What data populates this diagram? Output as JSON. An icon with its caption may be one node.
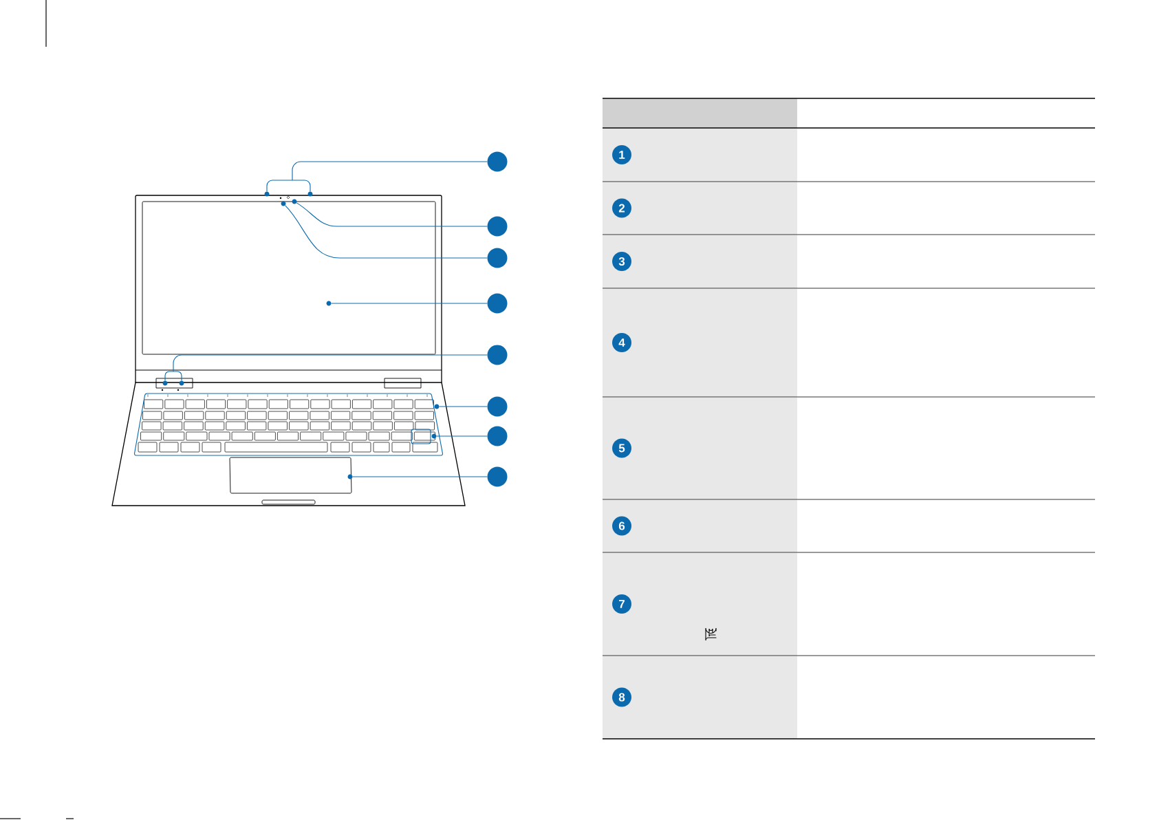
{
  "diagram": {
    "nodes": [
      {
        "text": [],
        "shape": "circle"
      },
      {
        "text": [],
        "shape": "circle"
      },
      {
        "text": [],
        "shape": "circle"
      },
      {
        "text": [],
        "shape": "circle"
      },
      {
        "text": [],
        "shape": "circle"
      },
      {
        "text": [],
        "shape": "circle"
      },
      {
        "text": [],
        "shape": "circle"
      },
      {
        "text": [],
        "shape": "circle"
      },
      {
        "text": [
          "1"
        ]
      },
      {
        "text": [
          "2"
        ]
      },
      {
        "text": [
          "3"
        ]
      },
      {
        "text": [
          "4"
        ]
      },
      {
        "text": [
          "5"
        ]
      },
      {
        "text": [
          "6"
        ]
      },
      {
        "text": [
          "7"
        ]
      },
      {
        "text": [
          "8"
        ]
      },
      {
        "text": [],
        "shape": "circle"
      },
      {
        "text": [],
        "shape": "circle"
      },
      {
        "text": [],
        "shape": "circle"
      },
      {
        "text": [],
        "shape": "circle"
      },
      {
        "text": [],
        "shape": "circle"
      },
      {
        "text": [],
        "shape": "circle"
      },
      {
        "text": [],
        "shape": "circle"
      },
      {
        "text": [],
        "shape": "circle"
      },
      {
        "text": [],
        "shape": "circle"
      },
      {
        "text": [],
        "shape": "circle"
      }
    ],
    "edges": [
      {
        "from": 0,
        "to": 16,
        "arrow": "none"
      },
      {
        "from": 0,
        "to": 17,
        "arrow": "none"
      },
      {
        "from": 1,
        "to": 18,
        "arrow": "none"
      },
      {
        "from": 2,
        "to": 19,
        "arrow": "none"
      },
      {
        "from": 3,
        "to": 20,
        "arrow": "none"
      },
      {
        "from": 4,
        "to": 21,
        "arrow": "none"
      },
      {
        "from": 4,
        "to": 22,
        "arrow": "none"
      },
      {
        "from": 5,
        "to": 23,
        "arrow": "none"
      },
      {
        "from": 6,
        "to": 24,
        "arrow": "none"
      },
      {
        "from": 7,
        "to": 25,
        "arrow": "none"
      }
    ]
  }
}
